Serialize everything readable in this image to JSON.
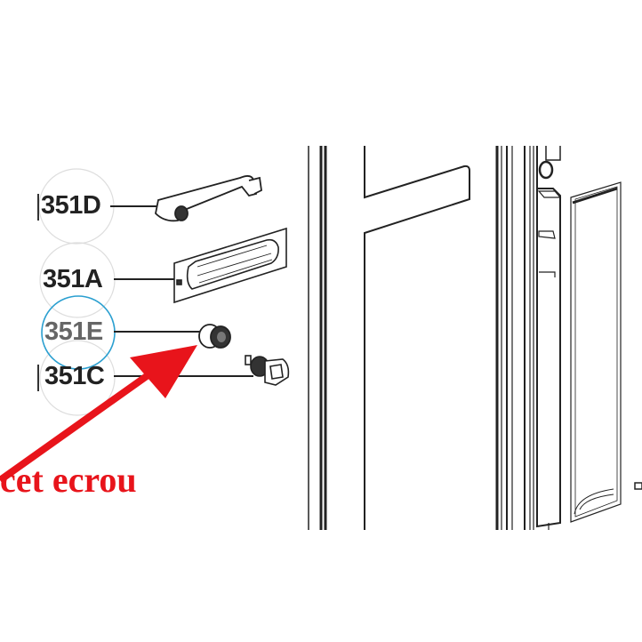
{
  "parts": [
    {
      "label": "351D"
    },
    {
      "label": "351A"
    },
    {
      "label": "351E",
      "highlighted": true
    },
    {
      "label": "351C"
    }
  ],
  "annotation": {
    "text": "cet ecrou",
    "color": "#e8141b"
  },
  "colors": {
    "highlight_circle": "#2a9fd0",
    "arrow": "#e8141b",
    "line": "#222222"
  }
}
